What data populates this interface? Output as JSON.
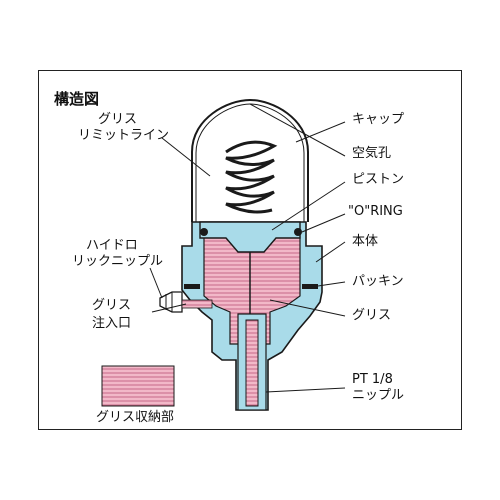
{
  "title": "構造図",
  "labels": {
    "grease_limit_line_1": "グリス",
    "grease_limit_line_2": "リミットライン",
    "cap": "キャップ",
    "air_hole": "空気孔",
    "piston": "ピストン",
    "o_ring": "\"O\"RING",
    "body": "本体",
    "hydraulic_nipple_1": "ハイドロ",
    "hydraulic_nipple_2": "リックニップル",
    "packing": "パッキン",
    "grease_inlet_1": "グリス",
    "grease_inlet_2": "注入口",
    "grease": "グリス",
    "pt_nipple_1": "PT 1/8",
    "pt_nipple_2": "ニップル",
    "legend_grease_storage": "グリス収納部"
  },
  "colors": {
    "body_fill": "#a9dbe9",
    "grease_fill": "#f2b8c8",
    "grease_lines": "#c06080",
    "outline": "#1a1a1a"
  }
}
